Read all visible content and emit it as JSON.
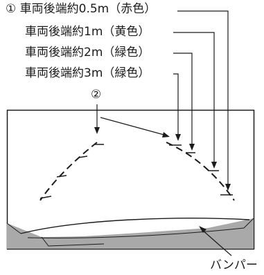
{
  "labels": {
    "guide_0_5m": "① 車両後端約0.5m（赤色）",
    "guide_1m": "車両後端約1m（黄色）",
    "guide_2m": "車両後端約2m（緑色）",
    "guide_3m": "車両後端約3m（緑色）",
    "callout_2": "②",
    "bumper": "バンパー"
  },
  "colors": {
    "line": "#1b1b1b",
    "bumper_fill": "#a9a9a9",
    "background": "#ffffff"
  }
}
